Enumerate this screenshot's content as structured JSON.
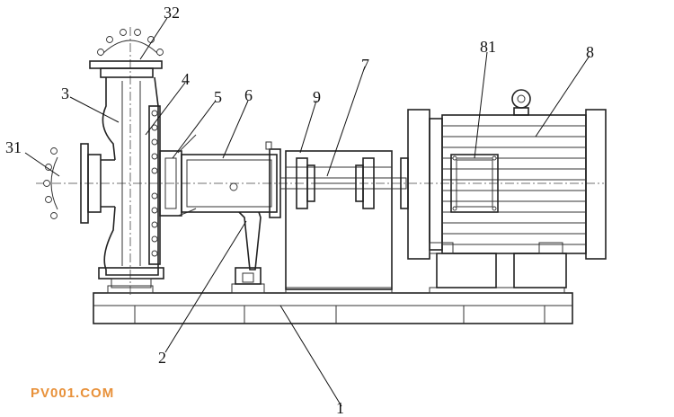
{
  "labels": {
    "l1": "1",
    "l2": "2",
    "l3": "3",
    "l4": "4",
    "l5": "5",
    "l6": "6",
    "l7": "7",
    "l8": "8",
    "l9": "9",
    "l31": "31",
    "l32": "32",
    "l81": "81"
  },
  "watermark": "PV001.COM"
}
